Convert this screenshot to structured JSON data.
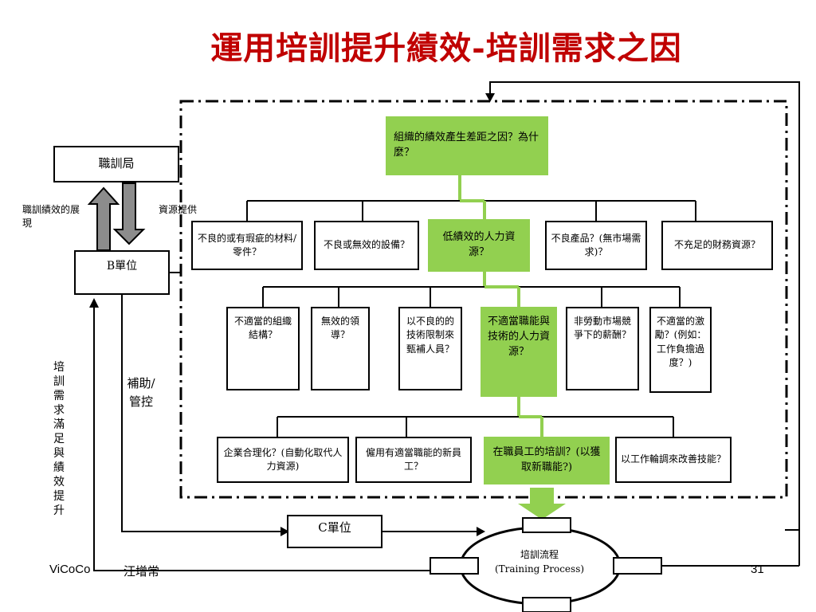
{
  "title": "運用培訓提升績效-培訓需求之因",
  "root_question": "組織的績效產生差距之因？為什麼？",
  "level1": [
    "不良的或有瑕疵的材料/零件？",
    "不良或無效的設備？",
    "低績效的人力資源？",
    "不良產品？(無市場需求)？",
    "不充足的財務資源？"
  ],
  "level2": [
    "不適當的組織結構？",
    "無效的領導？",
    "以不良的的技術限制來甄補人員？",
    "不適當職能與技術的人力資源？",
    "非勞動市場競爭下的薪酬？",
    "不適當的激勵？(例如：工作負擔過度？)"
  ],
  "level3": [
    "企業合理化？(自動化取代人力資源)",
    "僱用有適當職能的新員工？",
    "在職員工的培訓？(以獲取新職能?)",
    "以工作輪調來改善技能？"
  ],
  "left_side": {
    "bureau": "職訓局",
    "unit_b": "B單位",
    "unit_c": "C單位",
    "label_performance": "職訓績效的展現",
    "label_resource": "資源提供",
    "label_assist": "補助/管控",
    "label_vertical": "培訓需求滿足與績效提升"
  },
  "process": {
    "label": "培訓流程",
    "label_en": "(Training Process)"
  },
  "footer": {
    "left": "ViCoCo",
    "author": "汪增常",
    "page": "31"
  },
  "colors": {
    "title": "#c00000",
    "highlight": "#92d050",
    "arrow_gray": "#8c8c8c"
  }
}
